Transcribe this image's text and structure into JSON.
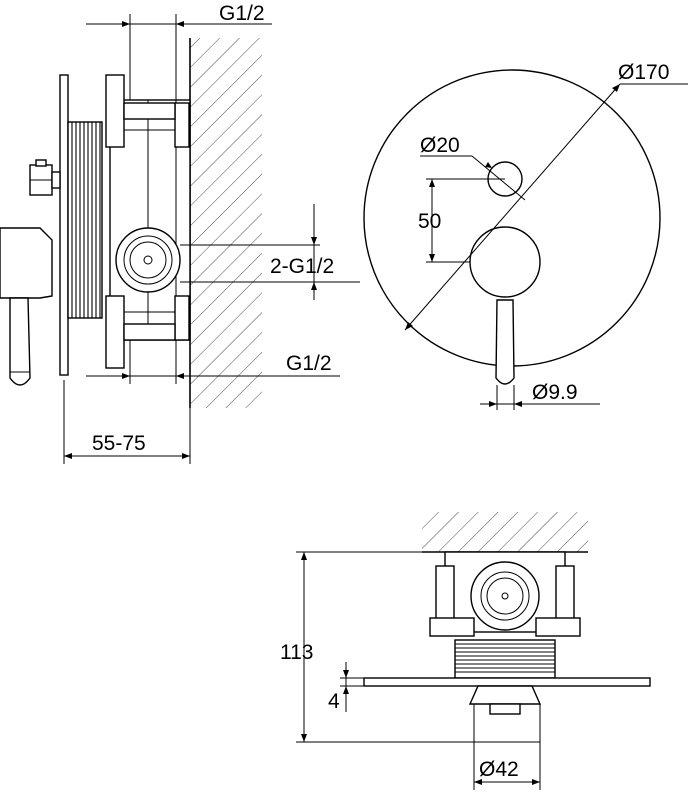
{
  "labels": {
    "g_top": "G1/2",
    "g_bottom": "G1/2",
    "two_g": "2-G1/2",
    "depth": "55-75",
    "diameter_plate": "Ø170",
    "diameter_knob": "Ø20",
    "spacing": "50",
    "diameter_lever": "Ø9.9",
    "height_total": "113",
    "plate_thickness": "4",
    "diameter_body": "Ø42"
  }
}
